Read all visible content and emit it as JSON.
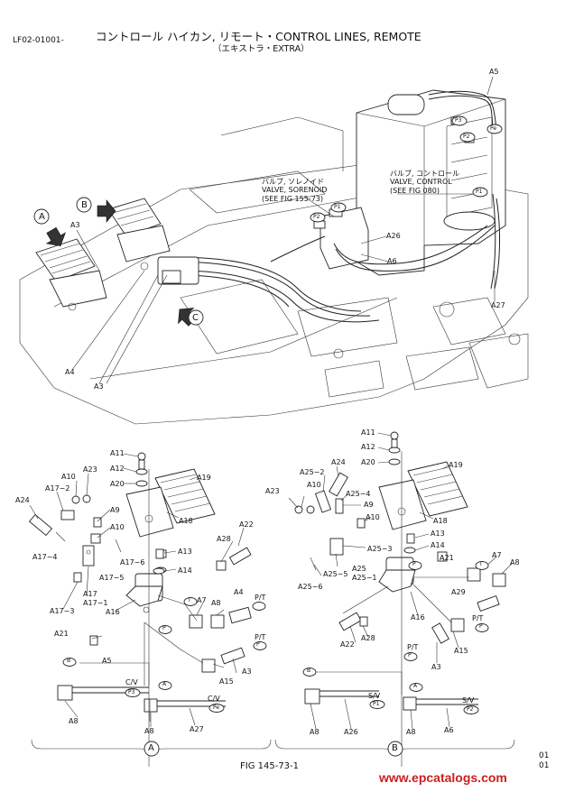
{
  "header": {
    "code": "LF02-01001-",
    "title": "コントロール ハイカン, リモート・CONTROL LINES, REMOTE",
    "subtitle": "（エキストラ・EXTRA）"
  },
  "top_callouts": {
    "valve_solenoid": [
      "バルブ, ソレノイド",
      "VALVE, SORENOID",
      "(SEE FIG 155-73)"
    ],
    "valve_control": [
      "バルブ, コントロール",
      "VALVE, CONTROL",
      "(SEE FIG 080)"
    ],
    "view_a": "A",
    "view_b": "B",
    "view_c": "C",
    "labels": {
      "a5": "A5",
      "a3_top": "A3",
      "a3_bottom": "A3",
      "a4": "A4",
      "a26": "A26",
      "a6": "A6",
      "a27": "A27",
      "p1": "P1",
      "p2": "P2",
      "p3": "P3",
      "pe": "Pe",
      "p2b": "P2",
      "p1b": "P1"
    }
  },
  "detail_a": {
    "labels": {
      "a11": "A11",
      "a12": "A12",
      "a20": "A20",
      "a19": "A19",
      "a18": "A18",
      "a10": "A10",
      "a23": "A23",
      "a17_2": "A17−2",
      "a24": "A24",
      "a9": "A9",
      "a10b": "A10",
      "a17_4": "A17−4",
      "a17_6": "A17−6",
      "a17_5": "A17−5",
      "a13": "A13",
      "a14": "A14",
      "a22": "A22",
      "a28": "A28",
      "a17": "A17",
      "a17_1": "A17−1",
      "a17_3": "A17−3",
      "a16": "A16",
      "a7": "A7",
      "a8": "A8",
      "a4": "A4",
      "pt": "P/T",
      "a21": "A21",
      "a15": "A15",
      "a3": "A3",
      "a5": "A5",
      "cv1": "C/V",
      "a8b": "A8",
      "a8c": "A8",
      "a27": "A27",
      "cv2": "C/V",
      "t": "T",
      "p": "P",
      "b": "B",
      "a": "A",
      "p_badge": "P",
      "pe": "Pe",
      "pt2": "P/T",
      "p3": "P3"
    },
    "section_label": "A"
  },
  "detail_b": {
    "labels": {
      "a11": "A11",
      "a12": "A12",
      "a20": "A20",
      "a19": "A19",
      "a24": "A24",
      "a25_2": "A25−2",
      "a25_4": "A25−4",
      "a10": "A10",
      "a23": "A23",
      "a9": "A9",
      "a18": "A18",
      "a13": "A13",
      "a14": "A14",
      "a25_3": "A25−3",
      "a25": "A25",
      "a25_1": "A25−1",
      "a25_5": "A25−5",
      "a25_6": "A25−6",
      "a21": "A21",
      "a7": "A7",
      "a8": "A8",
      "a29": "A29",
      "pt": "P/T",
      "a16": "A16",
      "a22": "A22",
      "a28": "A28",
      "a15": "A15",
      "pt2": "P/T",
      "a3": "A3",
      "sv1": "S/V",
      "sv2": "S/V",
      "a8b": "A8",
      "a26": "A26",
      "a8c": "A8",
      "a6": "A6",
      "t": "T",
      "p": "P",
      "b": "B",
      "a": "A",
      "p1": "P1",
      "p2": "P2"
    },
    "section_label": "B"
  },
  "footer": {
    "figure": "FIG 145-73-1",
    "page_top": "01",
    "page_bottom": "01",
    "watermark": "www.epcatalogs.com"
  }
}
